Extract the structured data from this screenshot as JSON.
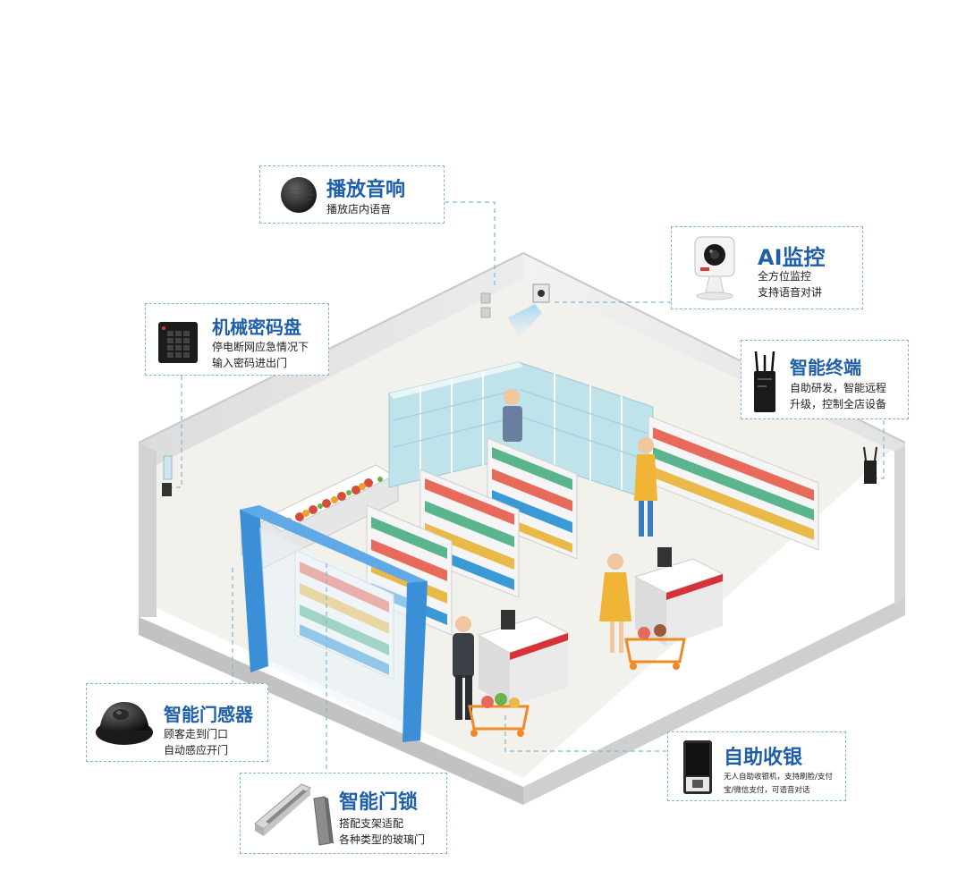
{
  "devices": {
    "speaker": {
      "title": "播放音响",
      "desc": "播放店内语音"
    },
    "ai_camera": {
      "title": "AI监控",
      "desc_1": "全方位监控",
      "desc_2": "支持语音对讲"
    },
    "keypad": {
      "title": "机械密码盘",
      "desc_1": "停电断网应急情况下",
      "desc_2": "输入密码进出门"
    },
    "terminal": {
      "title": "智能终端",
      "desc_1": "自助研发，智能远程",
      "desc_2": "升级，控制全店设备"
    },
    "door_sensor": {
      "title": "智能门感器",
      "desc_1": "顾客走到门口",
      "desc_2": "自动感应开门"
    },
    "door_lock": {
      "title": "智能门锁",
      "desc_1": "搭配支架适配",
      "desc_2": "各种类型的玻璃门"
    },
    "self_checkout": {
      "title": "自助收银",
      "desc_1": "无人自助收银机，支持刷脸/支付",
      "desc_2": "宝/微信支付，可语音对话"
    }
  },
  "colors": {
    "title_blue": "#1f5fa8",
    "card_border": "#7fb6d6",
    "floor": "#f3f1ec",
    "wall": "#e4e4e4",
    "gate": "#3a8fd6",
    "fridge": "#bfe3ea"
  },
  "icons": [
    "speaker-icon",
    "camera-icon",
    "keypad-icon",
    "terminal-router-icon",
    "dome-sensor-icon",
    "magnetic-lock-icon",
    "kiosk-icon"
  ]
}
